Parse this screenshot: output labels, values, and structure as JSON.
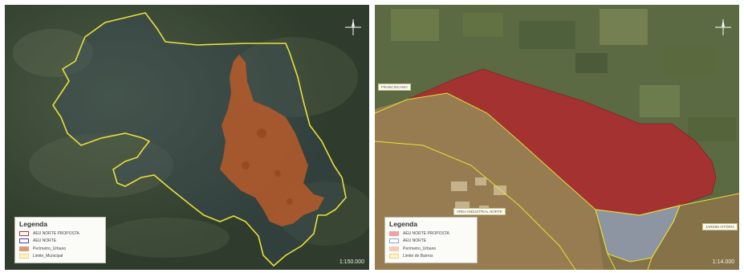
{
  "left_map": {
    "legend": {
      "title": "Legenda",
      "items": [
        {
          "label": "AEU NORTE PROPOSTA",
          "swatch": "#ffffff",
          "border": "#c0303a"
        },
        {
          "label": "AEU NORTE",
          "swatch": "#ffffff",
          "border": "#3d4aa8"
        },
        {
          "label": "Perímetro_Urbano",
          "swatch": "#d89a78",
          "border": "#d89a78"
        },
        {
          "label": "Limite_Municipal",
          "swatch": "#fff3c8",
          "border": "#e8d488"
        }
      ]
    },
    "scale": "1:150.000"
  },
  "right_map": {
    "legend": {
      "title": "Legenda",
      "items": [
        {
          "label": "AEU NORTE PROPOSTA",
          "swatch": "#f0a0a4",
          "border": "#f0a0a4"
        },
        {
          "label": "AEU NORTE",
          "swatch": "#ffffff",
          "border": "#8fa4c8"
        },
        {
          "label": "Perímetro_Urbano",
          "swatch": "#f2cdb4",
          "border": "#f2cdb4"
        },
        {
          "label": "Limite de Bairros",
          "swatch": "#fff3c8",
          "border": "#e8d488"
        }
      ]
    },
    "scale": "1:14.000",
    "labels": {
      "district_top": "FRANCISCANO",
      "district_mid": "ÁREA INDUSTRIAL NORTE",
      "district_right": "JARDIM VITÓRIA"
    }
  },
  "colors": {
    "boundary": "#e9e03a",
    "urban": "#b85a2a",
    "proposal": "#b3262c",
    "aeu": "#8fa4c8"
  }
}
